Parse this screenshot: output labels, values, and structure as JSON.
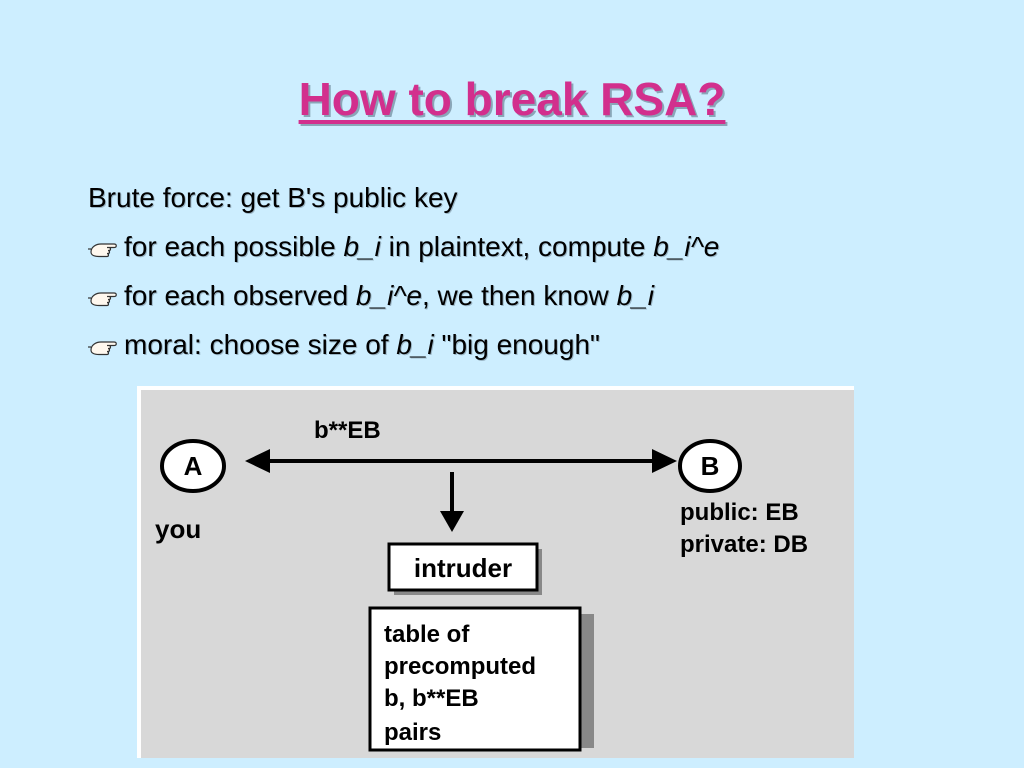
{
  "slide": {
    "title": "How to break RSA?"
  },
  "content": {
    "intro": "Brute force: get B's public key",
    "bullets": [
      {
        "parts": [
          {
            "text": "for each possible ",
            "italic": false
          },
          {
            "text": "b_i",
            "italic": true
          },
          {
            "text": " in plaintext, compute ",
            "italic": false
          },
          {
            "text": "b_i^e",
            "italic": true
          }
        ]
      },
      {
        "parts": [
          {
            "text": "for each observed ",
            "italic": false
          },
          {
            "text": "b_i^e",
            "italic": true
          },
          {
            "text": ", we then know ",
            "italic": false
          },
          {
            "text": "b_i",
            "italic": true
          }
        ]
      },
      {
        "parts": [
          {
            "text": "moral: choose size of ",
            "italic": false
          },
          {
            "text": "b_i",
            "italic": true
          },
          {
            "text": " \"big enough\"",
            "italic": false
          }
        ]
      }
    ],
    "bullet_icon": "pointing-hand-icon"
  },
  "diagram": {
    "arrow_label": "b**EB",
    "node_a": {
      "label": "A",
      "caption": "you"
    },
    "node_b": {
      "label": "B",
      "public": "public: EB",
      "private": "private: DB"
    },
    "intruder_label": "intruder",
    "table_lines": [
      "table of",
      "precomputed",
      "b, b**EB",
      "pairs"
    ]
  }
}
